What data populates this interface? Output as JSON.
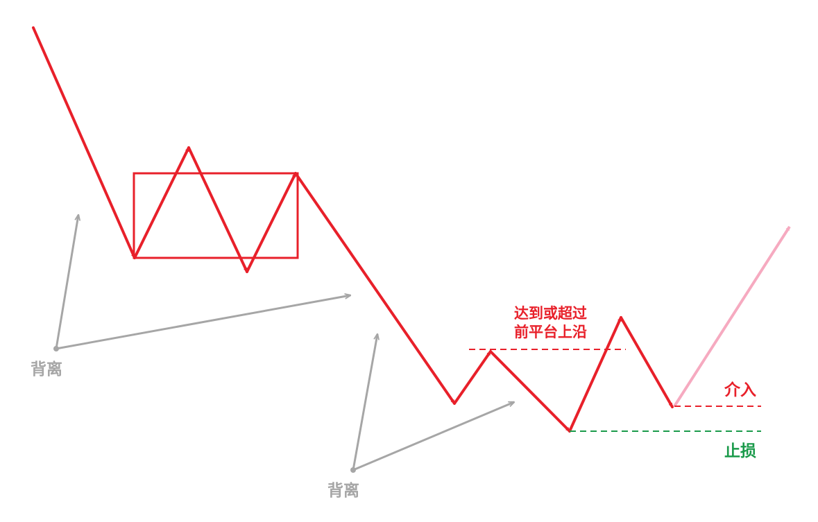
{
  "labels": {
    "divergence_left": "背离",
    "divergence_right": "背离",
    "reach_line1": "达到或超过",
    "reach_line2": "前平台上沿",
    "entry": "介入",
    "stop": "止损"
  },
  "colors": {
    "price": "#e8202a",
    "divergence": "#a6a6a6",
    "stop": "#1a9a4a",
    "projection": "#f6aac0"
  }
}
